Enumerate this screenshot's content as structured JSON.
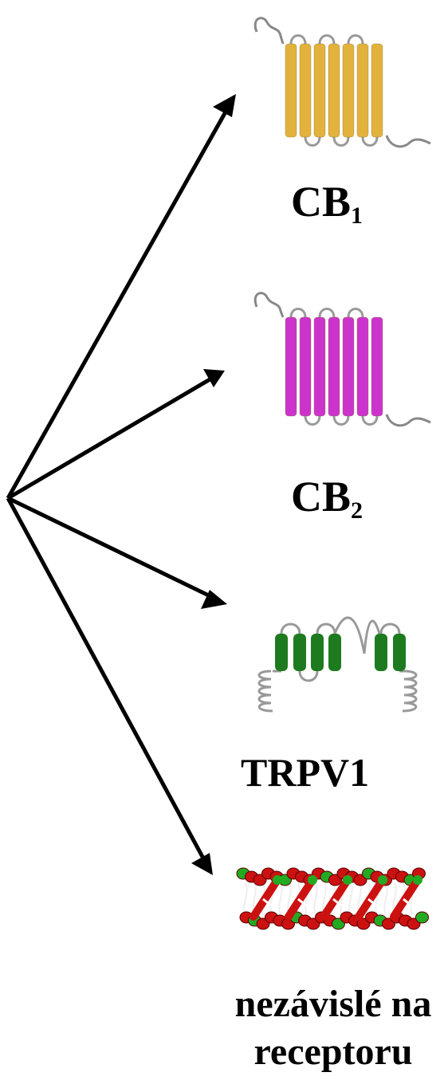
{
  "colors": {
    "cb1": "#e3b23c",
    "cb2": "#cc33cc",
    "trpv1": "#1e7a1e",
    "membrane_red": "#cc1111",
    "membrane_green": "#22aa22",
    "arrow": "#000000",
    "loop": "#999999"
  },
  "icons": [
    "arrow",
    "gpcr-receptor-icon",
    "ion-channel-icon",
    "lipid-membrane-icon"
  ],
  "labels": {
    "cb1": {
      "main": "CB",
      "sub": "1"
    },
    "cb2": {
      "main": "CB",
      "sub": "2"
    },
    "trpv1": "TRPV1",
    "nez_line1": "nezávislé na",
    "nez_line2": "receptoru"
  }
}
